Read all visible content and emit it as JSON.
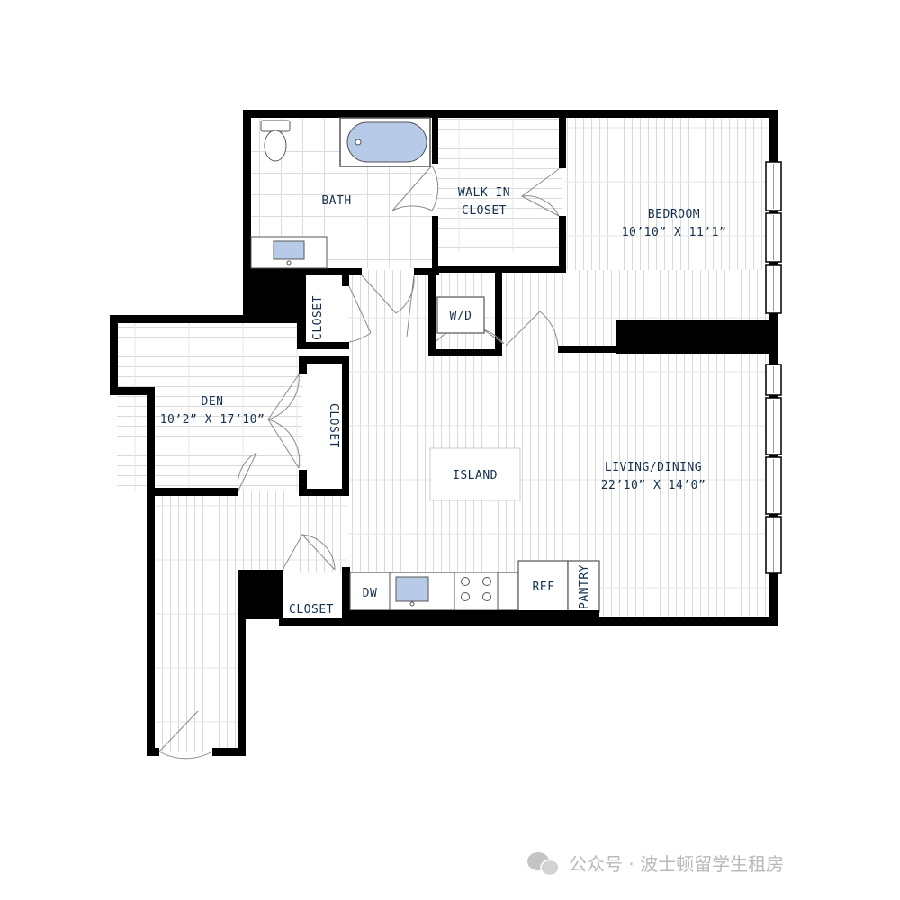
{
  "floorplan": {
    "rooms": {
      "bath": {
        "name": "BATH"
      },
      "walk_in_closet": {
        "name_line1": "WALK-IN",
        "name_line2": "CLOSET"
      },
      "bedroom": {
        "name": "BEDROOM",
        "dims": "10’10” X 11’1”"
      },
      "den": {
        "name": "DEN",
        "dims": "10’2” X 17’10”"
      },
      "living_dining": {
        "name": "LIVING/DINING",
        "dims": "22’10” X 14’0”"
      },
      "island": {
        "name": "ISLAND"
      },
      "wd": {
        "name": "W/D"
      },
      "closet_hall": {
        "name": "CLOSET"
      },
      "closet_den": {
        "name": "CLOSET"
      },
      "closet_entry": {
        "name": "CLOSET"
      },
      "dw": {
        "name": "DW"
      },
      "ref": {
        "name": "REF"
      },
      "pantry": {
        "name": "PANTRY"
      }
    },
    "colors": {
      "wall": "#000000",
      "floor_line": "#d9d9d9",
      "label": "#14304f",
      "fixture_fill": "#b7cbe8",
      "window": "#ffffff"
    }
  },
  "watermark": {
    "text": "公众号 · 波士顿留学生租房"
  }
}
